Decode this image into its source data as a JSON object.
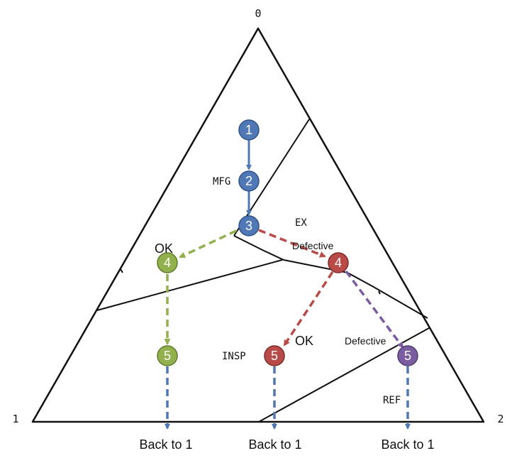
{
  "corners": {
    "top": "0",
    "left": "1",
    "right": "2"
  },
  "regions": {
    "mfg": "MFG",
    "ex": "EX",
    "insp": "INSP",
    "ref": "REF"
  },
  "path_labels": {
    "ok_green": "OK",
    "defective_red": "Defective",
    "ok_red": "OK",
    "defective_purple": "Defective"
  },
  "nodes": {
    "n1": "1",
    "n2": "2",
    "n3": "3",
    "n4_green": "4",
    "n4_red": "4",
    "n5_green": "5",
    "n5_red": "5",
    "n5_purple": "5"
  },
  "back_labels": {
    "left": "Back to 1",
    "center": "Back to 1",
    "right": "Back to 1"
  },
  "colors": {
    "blue": "#4f78b5",
    "green": "#92b14e",
    "red": "#b84a47",
    "purple": "#7a5d9e",
    "outline": "#111111"
  }
}
